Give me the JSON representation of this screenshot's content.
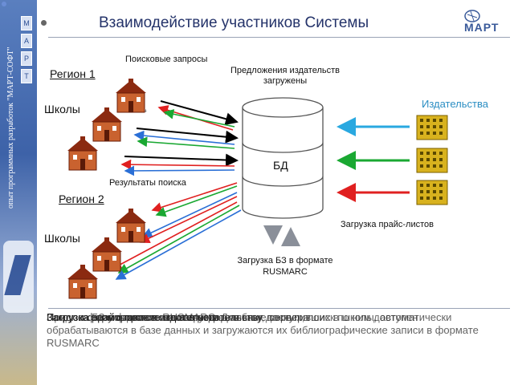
{
  "slide": {
    "title": "Взаимодействие участников Системы",
    "logo_text": "МАРТ",
    "sidebar_text": "опыт программных разработок \"МАРТ-СОФТ\"",
    "sidebar_tiles": [
      "М",
      "А",
      "Р",
      "Т"
    ]
  },
  "diagram": {
    "region1": "Регион 1",
    "region2": "Регион 2",
    "schools1": "Школы",
    "schools2": "Школы",
    "search_queries": "Поисковые запросы",
    "search_results": "Результаты поиска",
    "offers_loaded": "Предложения издательств загружены",
    "db": "БД",
    "publishers": "Издательства",
    "price_upload": "Загрузка прайс-листов",
    "rusmarc_upload": "Загрузка БЗ в формате RUSMARC"
  },
  "colors": {
    "title": "#24336a",
    "query_arrow": "#000000",
    "result_red": "#e02020",
    "result_green": "#1aa832",
    "result_blue": "#2a6fd6",
    "publisher_blue": "#29a8e0",
    "publisher_green": "#1aa832",
    "publisher_red": "#e02020",
    "building": "#c9a21c"
  },
  "footer_lines": [
    "Загрузка прайс-листов издательств",
    "Поиск и формирование заказа издательству",
    "Загрузка результатов поиска в региональные сервера",
    "Загрузка БЗ в формате RUSMARC: Для книг, поступивших в школы, автоматически обрабатываются в базе данных и загружаются их библиографические записи в формате RUSMARC",
    "Предложения издательств загружены в базу данных, поиск по ним доступен"
  ]
}
